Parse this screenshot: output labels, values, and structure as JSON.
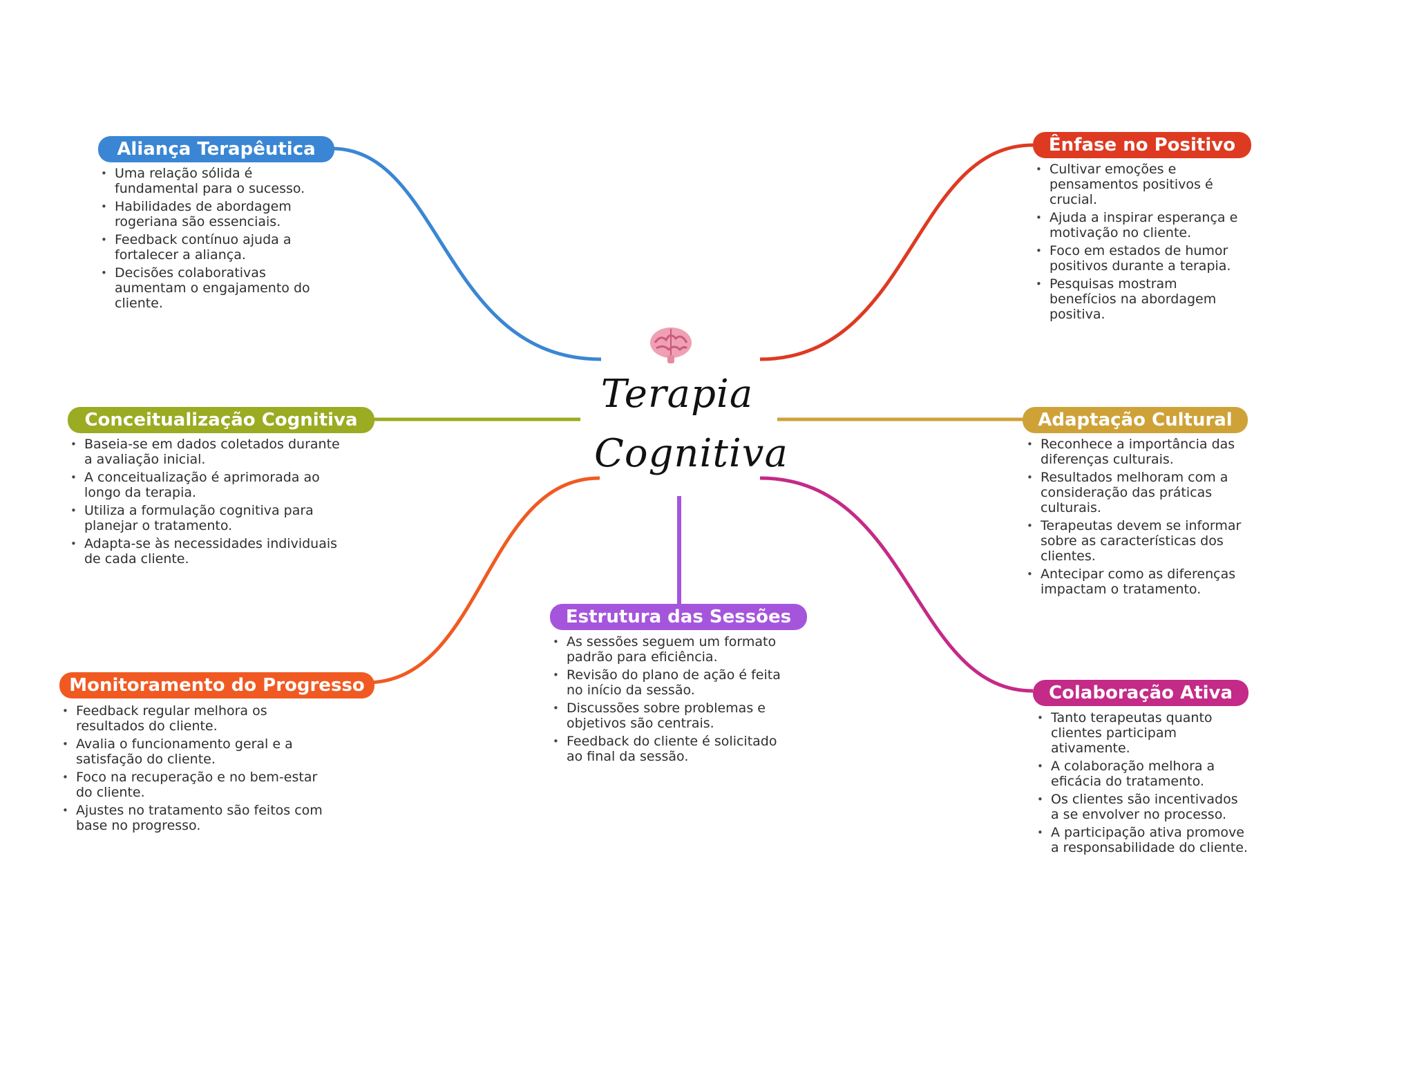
{
  "central": {
    "title_line1": "Terapia",
    "title_line2": "Cognitiva",
    "icon": "brain-icon"
  },
  "branches": [
    {
      "key": "alianca",
      "title": "Aliança Terapêutica",
      "color": "#3a86d4",
      "notes": [
        "Uma relação sólida é fundamental para o sucesso.",
        "Habilidades de abordagem rogeriana são essenciais.",
        "Feedback contínuo ajuda a fortalecer a aliança.",
        "Decisões colaborativas aumentam o engajamento do cliente."
      ]
    },
    {
      "key": "enfase",
      "title": "Ênfase no Positivo",
      "color": "#de3a22",
      "notes": [
        "Cultivar emoções e pensamentos positivos é crucial.",
        "Ajuda a inspirar esperança e motivação no cliente.",
        "Foco em estados de humor positivos durante a terapia.",
        "Pesquisas mostram benefícios na abordagem positiva."
      ]
    },
    {
      "key": "conceitualizacao",
      "title": "Conceitualização Cognitiva",
      "color": "#9bab22",
      "notes": [
        "Baseia-se em dados coletados durante a avaliação inicial.",
        "A conceitualização é aprimorada ao longo da terapia.",
        "Utiliza a formulação cognitiva para planejar o tratamento.",
        "Adapta-se às necessidades individuais de cada cliente."
      ]
    },
    {
      "key": "adaptacao",
      "title": "Adaptação Cultural",
      "color": "#cfa238",
      "notes": [
        "Reconhece a importância das diferenças culturais.",
        "Resultados melhoram com a consideração das práticas culturais.",
        "Terapeutas devem se informar sobre as características dos clientes.",
        "Antecipar como as diferenças impactam o tratamento."
      ]
    },
    {
      "key": "estrutura",
      "title": "Estrutura das Sessões",
      "color": "#a555dc",
      "notes": [
        "As sessões seguem um formato padrão para eficiência.",
        "Revisão do plano de ação é feita no início da sessão.",
        "Discussões sobre problemas e objetivos são centrais.",
        "Feedback do cliente é solicitado ao final da sessão."
      ]
    },
    {
      "key": "monitoramento",
      "title": "Monitoramento do Progresso",
      "color": "#f05a22",
      "notes": [
        "Feedback regular melhora os resultados do cliente.",
        "Avalia o funcionamento geral e a satisfação do cliente.",
        "Foco na recuperação e no bem-estar do cliente.",
        "Ajustes no tratamento são feitos com base no progresso."
      ]
    },
    {
      "key": "colaboracao",
      "title": "Colaboração Ativa",
      "color": "#c42a87",
      "notes": [
        "Tanto terapeutas quanto clientes participam ativamente.",
        "A colaboração melhora a eficácia do tratamento.",
        "Os clientes são incentivados a se envolver no processo.",
        "A participação ativa promove a responsabilidade do cliente."
      ]
    }
  ]
}
